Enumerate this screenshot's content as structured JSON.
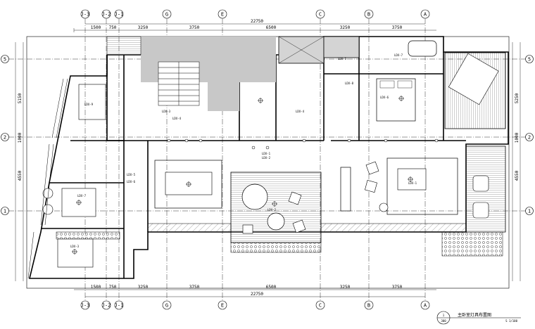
{
  "drawing": {
    "title": "主卧室灯具布置图",
    "scale": "S 1/100",
    "sheet_ref_top": "1",
    "sheet_ref_bottom": "300"
  },
  "grid": {
    "columns": [
      "J-3",
      "J-2",
      "J-1",
      "G",
      "E",
      "C",
      "B",
      "A"
    ],
    "rows": [
      "5",
      "2",
      "1"
    ]
  },
  "dimensions": {
    "top_total": "22750",
    "bottom_total": "22750",
    "top_segments": [
      "1500",
      "750",
      "3250",
      "3750",
      "6500",
      "3250",
      "3750"
    ],
    "bottom_segments": [
      "1500",
      "750",
      "3250",
      "3750",
      "6500",
      "3250",
      "3750"
    ],
    "left": [
      "5150",
      "1000",
      "4550"
    ],
    "right": [
      "5250",
      "1000",
      "4550"
    ]
  },
  "tags": [
    "LDX-1",
    "LDX-2",
    "LDX-3",
    "LDX-4",
    "LDX-5",
    "LDX-6",
    "LDX-7",
    "LDX-8",
    "LDX-9"
  ]
}
